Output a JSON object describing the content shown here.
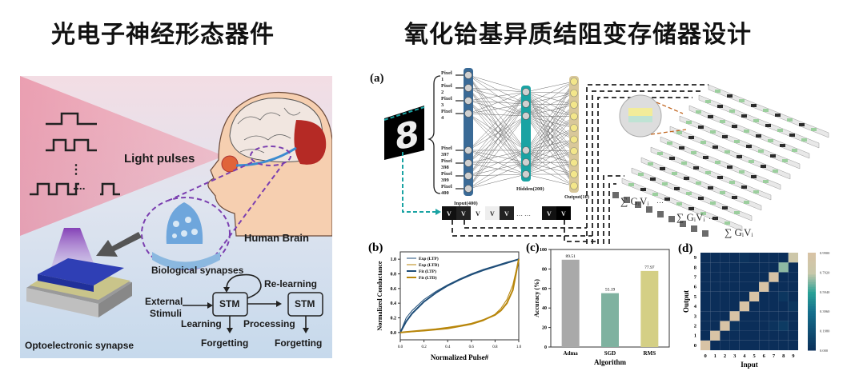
{
  "titles": {
    "left": "光电子神经形态器件",
    "right": "氧化铪基异质结阻变存储器设计"
  },
  "left_panel": {
    "light_pulses": "Light pulses",
    "human_brain": "Human Brain",
    "biological_synapses": "Biological synapses",
    "optoelectronic_synapse": "Optoelectronic synapse",
    "external": "External",
    "stimuli": "Stimuli",
    "learning": "Learning",
    "processing": "Processing",
    "relearning": "Re-learning",
    "stm1": "STM",
    "stm2": "STM",
    "forgetting1": "Forgetting",
    "forgetting2": "Forgetting",
    "pulse_dots": "⋮"
  },
  "panel_a": {
    "label": "(a)",
    "pixels": [
      "Pixel 1",
      "Pixel 2",
      "Pixel 3",
      "Pixel 4",
      "Pixel 397",
      "Pixel 398",
      "Pixel 399",
      "Pixel 400"
    ],
    "input_label": "Input(400)",
    "hidden_label": "Hidden(200)",
    "output_label": "Output(10)",
    "digit": "8",
    "voltages": [
      "V",
      "V",
      "V",
      "V",
      "V",
      "V",
      "V"
    ],
    "ellipsis": "… …",
    "sum_label": "∑ GᵢVᵢ",
    "sum_ellipsis": "…"
  },
  "colors": {
    "input_layer": "#3a6a96",
    "hidden_layer": "#1aa3a3",
    "output_layer": "#d8c79a",
    "ltp": "#1f4e79",
    "ltd": "#b8860b",
    "bar_adma": "#a9a9a9",
    "bar_sgd": "#7fb2a0",
    "bar_rms": "#d4cf85",
    "heat_low": "#0b2e59",
    "heat_high": "#d8c3a5"
  },
  "chart_data": [
    {
      "panel": "(b)",
      "type": "line",
      "title": "",
      "xlabel": "Normalized Pulse#",
      "ylabel": "Normalized Conductance",
      "xlim": [
        0,
        1
      ],
      "ylim": [
        -0.1,
        1.1
      ],
      "xticks": [
        "0.0",
        "0.2",
        "0.4",
        "0.6",
        "0.8",
        "1.0"
      ],
      "yticks": [
        "0.0",
        "0.2",
        "0.4",
        "0.6",
        "0.8",
        "1.0"
      ],
      "legend": [
        "Exp (LTP)",
        "Exp (LTD)",
        "Fit (LTP)",
        "Fit (LTD)"
      ],
      "legend_position": "top-left",
      "series": [
        {
          "name": "Exp (LTP)",
          "x": [
            0,
            0.05,
            0.1,
            0.2,
            0.3,
            0.4,
            0.5,
            0.6,
            0.7,
            0.8,
            0.9,
            1.0
          ],
          "y": [
            0,
            0.2,
            0.3,
            0.45,
            0.56,
            0.65,
            0.73,
            0.8,
            0.86,
            0.91,
            0.96,
            1.0
          ]
        },
        {
          "name": "Exp (LTD)",
          "x": [
            0,
            0.1,
            0.2,
            0.3,
            0.4,
            0.5,
            0.6,
            0.7,
            0.8,
            0.85,
            0.9,
            0.95,
            1.0
          ],
          "y": [
            0,
            0.01,
            0.02,
            0.035,
            0.05,
            0.08,
            0.11,
            0.16,
            0.25,
            0.33,
            0.45,
            0.65,
            1.0
          ]
        },
        {
          "name": "Fit (LTP)",
          "x": [
            0,
            0.05,
            0.1,
            0.2,
            0.3,
            0.4,
            0.5,
            0.6,
            0.7,
            0.8,
            0.9,
            1.0
          ],
          "y": [
            0,
            0.15,
            0.26,
            0.42,
            0.54,
            0.64,
            0.72,
            0.79,
            0.85,
            0.9,
            0.95,
            1.0
          ]
        },
        {
          "name": "Fit (LTD)",
          "x": [
            0,
            0.1,
            0.2,
            0.3,
            0.4,
            0.5,
            0.6,
            0.7,
            0.8,
            0.85,
            0.9,
            0.95,
            1.0
          ],
          "y": [
            0,
            0.015,
            0.03,
            0.045,
            0.065,
            0.09,
            0.12,
            0.17,
            0.24,
            0.3,
            0.4,
            0.58,
            1.0
          ]
        }
      ]
    },
    {
      "panel": "(c)",
      "type": "bar",
      "title": "",
      "xlabel": "Algorithm",
      "ylabel": "Accuracy (%)",
      "categories": [
        "Adma",
        "SGD",
        "RMS"
      ],
      "values": [
        89.51,
        55.19,
        77.97
      ],
      "labels": [
        "89.51",
        "55.19",
        "77.97"
      ],
      "ylim": [
        0,
        100
      ],
      "yticks": [
        "0",
        "20",
        "40",
        "60",
        "80",
        "100"
      ]
    },
    {
      "panel": "(d)",
      "type": "heatmap",
      "title": "",
      "xlabel": "Input",
      "ylabel": "Output",
      "x": [
        "0",
        "1",
        "2",
        "3",
        "4",
        "5",
        "6",
        "7",
        "8",
        "9"
      ],
      "y": [
        "0",
        "1",
        "2",
        "3",
        "4",
        "5",
        "6",
        "7",
        "8",
        "9"
      ],
      "colorbar_ticks": [
        "0.000",
        "0.1980",
        "0.3960",
        "0.5940",
        "0.7920",
        "0.9900"
      ],
      "vmin": 0,
      "vmax": 0.99,
      "diagonal": [
        0.99,
        0.99,
        0.99,
        0.99,
        0.99,
        0.99,
        0.99,
        0.99,
        0.72,
        0.85
      ],
      "off_diagonal": [
        {
          "input": 8,
          "output": 2,
          "value": 0.08
        },
        {
          "input": 8,
          "output": 5,
          "value": 0.05
        },
        {
          "input": 9,
          "output": 4,
          "value": 0.05
        },
        {
          "input": 3,
          "output": 2,
          "value": 0.03
        },
        {
          "input": 7,
          "output": 2,
          "value": 0.03
        },
        {
          "input": 4,
          "output": 9,
          "value": 0.03
        }
      ]
    }
  ]
}
